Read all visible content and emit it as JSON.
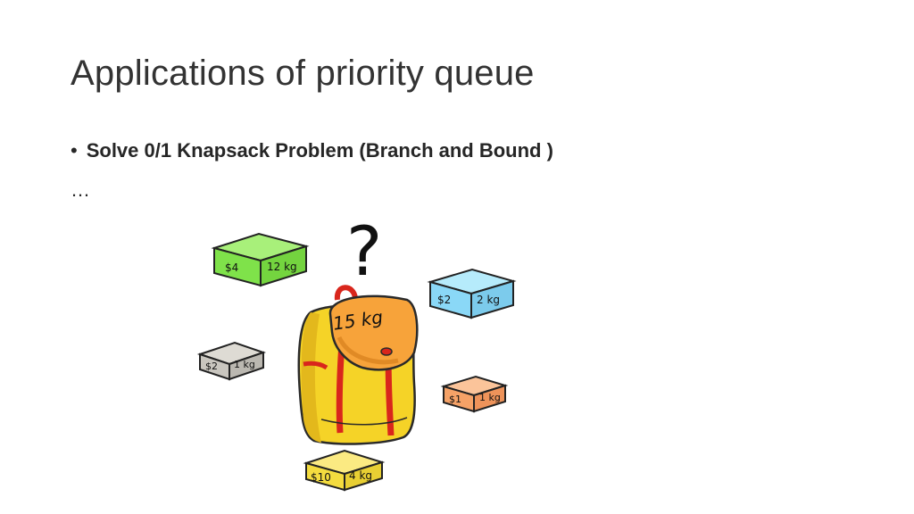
{
  "slide": {
    "title": "Applications of priority queue",
    "bullets": [
      {
        "text": "Solve 0/1 Knapsack Problem (Branch and Bound )"
      }
    ],
    "continuation": "…"
  },
  "illustration": {
    "question_mark": "?",
    "knapsack": {
      "capacity_label": "15 kg",
      "body_color": "#f5d327",
      "flap_color": "#f7a33a",
      "strap_color": "#d9261c"
    },
    "items": [
      {
        "price": "$4",
        "weight": "12 kg",
        "color": "#7fe24a"
      },
      {
        "price": "$2",
        "weight": "2 kg",
        "color": "#8ad8f7"
      },
      {
        "price": "$2",
        "weight": "1 kg",
        "color": "#c9c6bf"
      },
      {
        "price": "$1",
        "weight": "1 kg",
        "color": "#f5a267"
      },
      {
        "price": "$10",
        "weight": "4 kg",
        "color": "#f4dc3f"
      }
    ]
  }
}
